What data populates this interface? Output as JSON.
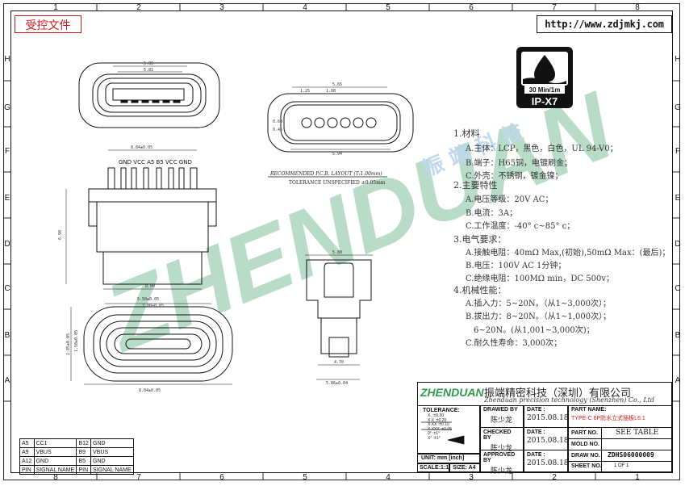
{
  "header": {
    "stamp": "受控文件",
    "url": "http://www.zdjmkj.com",
    "columns_top": [
      "1",
      "2",
      "3",
      "4",
      "5",
      "6",
      "7",
      "8"
    ],
    "columns_bottom": [
      "8",
      "7",
      "6",
      "5",
      "4",
      "3",
      "2",
      "1"
    ],
    "rows": [
      "H",
      "G",
      "F",
      "E",
      "D",
      "C",
      "B",
      "A"
    ]
  },
  "ip_badge": {
    "spec": "30 Min/1m",
    "rating": "IP-X7"
  },
  "watermark": {
    "text": "ZHENDUAN",
    "cn": "振 端 科 技"
  },
  "drawing": {
    "pin_labels": "GND VCC A5  B5  VCC GND",
    "recommended": "RECOMMENDED  P.C.B.  LAYOUT (T:1.00mm)",
    "tolerance_note": "TOLERANCE UNSPECIFIED ±0.05mm",
    "dims": {
      "d_top1": "5.86",
      "d_top2": "5.81",
      "d_pcb_w": "5.65",
      "d_pcb_w2": "5.94",
      "d_body": "8.84±0.05",
      "d_body_h": "6.90",
      "d_body_w": "8.00",
      "d_bot1": "5.50±0.05",
      "d_bot2": "3.00±0.05",
      "d_bot3": "8.84±0.05",
      "d_side_w": "5.80",
      "d_side_b": "4.70",
      "d_side_c": "5.86±0.04",
      "d_s1": "1.25",
      "d_s2": "1.08",
      "d_s3": "0.60",
      "d_s4": "0.45",
      "d_v1": "2.85±0.05",
      "d_v2": "1.50±0.05"
    }
  },
  "specs": [
    {
      "t": "1.材料",
      "h": true
    },
    {
      "t": "A.主体：LCP，黑色，白色，UL 94-V0；"
    },
    {
      "t": "B.端子：H65铜，电镀刷金；"
    },
    {
      "t": "C.外壳：不锈钢，镀金镍；"
    },
    {
      "t": "2.主要特性",
      "h": true
    },
    {
      "t": "A.电压等级：20V AC；"
    },
    {
      "t": "B.电流：3A；"
    },
    {
      "t": "C.工作温度：-40° c~85° c；"
    },
    {
      "t": "3.电气要求：",
      "h": true
    },
    {
      "t": "A.接触电阻：40mΩ Max,(初始),50mΩ Max：(最后)；"
    },
    {
      "t": "B.电压：100V AC 1分钟；"
    },
    {
      "t": "C.绝缘电阻：100MΩ min，DC 500v；"
    },
    {
      "t": "4.机械性能：",
      "h": true
    },
    {
      "t": "A.插入力：5~20N。（从1~3,000次）；"
    },
    {
      "t": "B.拔出力：8~20N。（从1~1,000次）；"
    },
    {
      "t": "6~20N。(从1,001~3,000次)；",
      "indent": true
    },
    {
      "t": "C.耐久性寿命：3,000次；"
    }
  ],
  "signal_table": {
    "rows": [
      [
        "A5",
        "CC1",
        "B12",
        "GND"
      ],
      [
        "A9",
        "VBUS",
        "B9",
        "VBUS"
      ],
      [
        "A12",
        "GND",
        "B5",
        "GND"
      ],
      [
        "PIN",
        "SIGNAL NAME",
        "PIN",
        "SIGNAL NAME"
      ]
    ]
  },
  "title_block": {
    "logo": "ZHENDUAN",
    "company_cn": "振端精密科技（深圳）有限公司",
    "company_en": "Zhenduan precision technology (Shenzhen) Co., Ltd",
    "tolerance": "TOLERANCE:",
    "tol_rows": [
      [
        "X.",
        ":±0.30"
      ],
      [
        "X.X",
        ":±0.20"
      ],
      [
        "X.XX",
        ":±0.10"
      ],
      [
        "X.XXX",
        ":±0.05"
      ],
      [
        "0°",
        ":±1°"
      ],
      [
        "X°",
        ":±1°"
      ]
    ],
    "unit": "UNIT: mm [inch]",
    "scale": "SCALE:1:1",
    "size": "SIZE: A4",
    "drawn_by": "DRAWED BY",
    "drawn_name": "陈少龙",
    "checked_by": "CHECKED BY",
    "checked_name": "陈少龙",
    "approved_by": "APPROVED BY",
    "approved_name": "陈少龙",
    "date_label": "DATE :",
    "date1": "2015.08.18",
    "date2": "2015.08.18",
    "date3": "2015.08.18",
    "part_name_label": "PART NAME:",
    "part_name": "TYPE-C 6P防水立式插板L6.1",
    "part_no_label": "PART NO.",
    "part_no": "SEE TABLE",
    "mold_no_label": "MOLD NO.",
    "draw_no_label": "DRAW NO.",
    "draw_no": "ZDHS06000009",
    "sheet_no_label": "SHEET NO.",
    "sheet_no": "1 OF 1"
  }
}
